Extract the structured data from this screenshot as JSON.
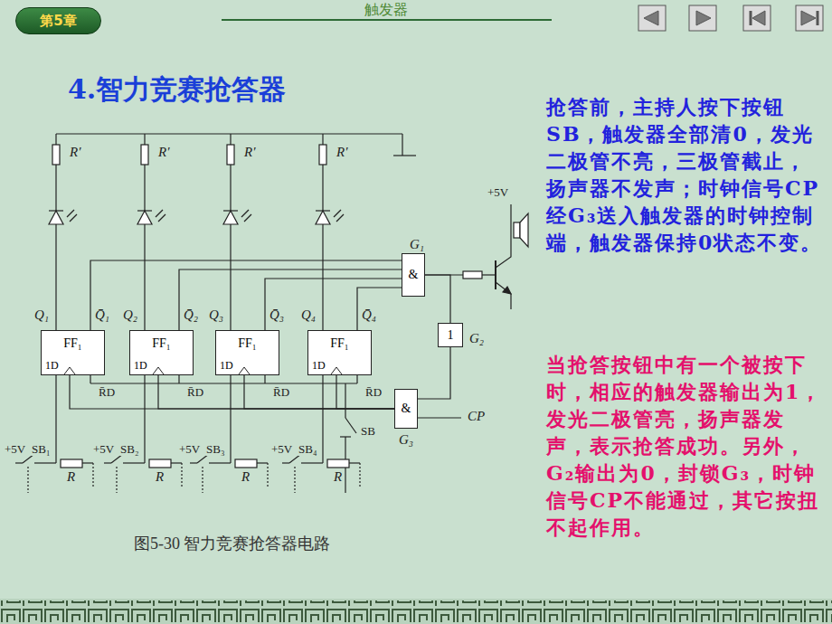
{
  "diagram": {
    "title": "4.智力竞赛抢答器",
    "caption": "图5-30 智力竞赛抢答器电路",
    "nodes": [
      {
        "text": [
          "第5章"
        ]
      },
      {
        "text": [
          "&"
        ]
      },
      {
        "text": [
          "1"
        ]
      },
      {
        "text": [
          "FF₁",
          "1D"
        ]
      },
      {
        "text": [
          "FF₁",
          "1D"
        ]
      },
      {
        "text": [
          "FF₁",
          "1D"
        ]
      },
      {
        "text": [
          "FF₁",
          "1D"
        ]
      },
      {
        "text": [
          "&"
        ]
      }
    ],
    "edges": [
      {
        "from": 3,
        "to": 1,
        "arrow": "none"
      },
      {
        "from": 4,
        "to": 1,
        "arrow": "none"
      },
      {
        "from": 5,
        "to": 1,
        "arrow": "none"
      },
      {
        "from": 6,
        "to": 1,
        "arrow": "none"
      },
      {
        "from": 1,
        "to": 2,
        "arrow": "none"
      },
      {
        "from": 2,
        "to": 7,
        "arrow": "none"
      },
      {
        "from": 7,
        "to": 3,
        "arrow": "none"
      },
      {
        "from": 7,
        "to": 4,
        "arrow": "none"
      },
      {
        "from": 7,
        "to": 5,
        "arrow": "none"
      },
      {
        "from": 7,
        "to": 6,
        "arrow": "none"
      }
    ],
    "labels": [
      "触发器",
      "R′",
      "R′",
      "R′",
      "R′",
      "+5V",
      "G₁",
      "G₂",
      "G₃",
      "Q₁",
      "Q̄₁",
      "Q₂",
      "Q̄₂",
      "Q₃",
      "Q̄₃",
      "Q₄",
      "Q̄₄",
      "R̄D",
      "R̄D",
      "R̄D",
      "R̄D",
      "CP",
      "SB",
      "+5V",
      "+5V",
      "+5V",
      "+5V",
      "SB₁",
      "SB₂",
      "SB₃",
      "SB₄",
      "R",
      "R",
      "R",
      "R",
      "抢答前，主持人按下按钮SB，触发器全部清0，发光二极管不亮，三极管截止，扬声器不发声；时钟信号CP经G₃送入触发器的时钟控制端，触发器保持0状态不变。",
      "当抢答按钮中有一个被按下时，相应的触发器输出为1，发光二极管亮，扬声器发声，表示抢答成功。另外，G₂输出为0，封锁G₃，时钟信号CP不能通过，其它按扭不起作用。"
    ]
  }
}
